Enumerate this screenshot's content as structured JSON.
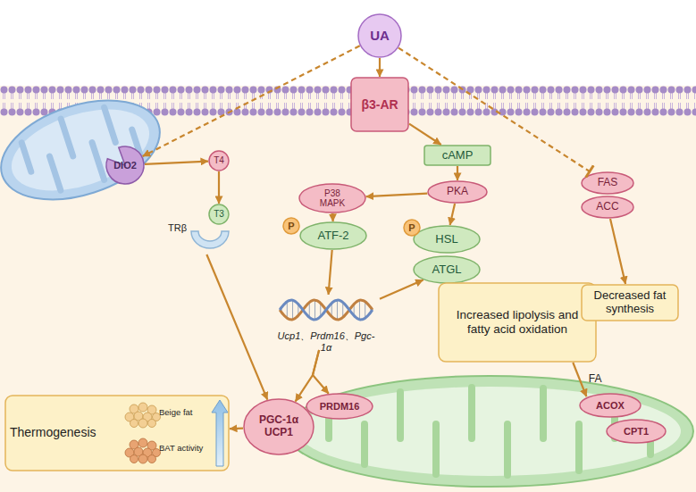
{
  "diagram": {
    "nodes": [
      {
        "text": [
          "UA"
        ]
      },
      {
        "text": [
          "β3-AR"
        ]
      },
      {
        "text": [
          "DIO2"
        ]
      },
      {
        "text": [
          "T4"
        ]
      },
      {
        "text": [
          "cAMP"
        ]
      },
      {
        "text": [
          "FAS"
        ]
      },
      {
        "text": [
          "ACC"
        ]
      },
      {
        "text": [
          "PKA"
        ]
      },
      {
        "text": [
          "P38 MAPK"
        ]
      },
      {
        "text": [
          "P"
        ]
      },
      {
        "text": [
          "ATF-2"
        ]
      },
      {
        "text": [
          "P"
        ]
      },
      {
        "text": [
          "HSL"
        ]
      },
      {
        "text": [
          "ATGL"
        ]
      },
      {
        "text": [
          "T3"
        ]
      },
      {
        "text": [
          "TRβ"
        ]
      },
      {
        "text": [
          "Ucp1、Prdm16、Pgc-1α"
        ]
      },
      {
        "text": [
          "Increased lipolysis and fatty acid oxidation"
        ]
      },
      {
        "text": [
          "Decreased fat synthesis"
        ]
      },
      {
        "text": [
          "PGC-1α",
          "UCP1"
        ]
      },
      {
        "text": [
          "PRDM16"
        ]
      },
      {
        "text": [
          "ACOX"
        ]
      },
      {
        "text": [
          "CPT1"
        ]
      },
      {
        "text": [
          "Thermogenesis",
          "Beige fat",
          "BAT activity"
        ]
      }
    ],
    "edges": [
      {
        "from": 0,
        "to": 1,
        "arrow": "to"
      },
      {
        "from": 0,
        "to": 2,
        "arrow": "to"
      },
      {
        "from": 0,
        "to": 5,
        "arrow": "to"
      },
      {
        "from": 1,
        "to": 4,
        "arrow": "to"
      },
      {
        "from": 4,
        "to": 7,
        "arrow": "to"
      },
      {
        "from": 7,
        "to": 8,
        "arrow": "to"
      },
      {
        "from": 7,
        "to": 12,
        "arrow": "to"
      },
      {
        "from": 8,
        "to": 10,
        "arrow": "to"
      },
      {
        "from": 10,
        "to": 16,
        "arrow": "to"
      },
      {
        "from": 16,
        "to": 13,
        "arrow": "to"
      },
      {
        "from": 2,
        "to": 3,
        "arrow": "to"
      },
      {
        "from": 3,
        "to": 14,
        "arrow": "to"
      },
      {
        "from": 15,
        "to": 19,
        "arrow": "to"
      },
      {
        "from": 16,
        "to": 19,
        "arrow": "to"
      },
      {
        "from": 16,
        "to": 20,
        "arrow": "to"
      },
      {
        "from": 6,
        "to": 18,
        "arrow": "to"
      },
      {
        "from": 17,
        "to": 21,
        "label": "FA",
        "arrow": "to"
      },
      {
        "from": 19,
        "to": 23,
        "arrow": "to"
      }
    ]
  }
}
